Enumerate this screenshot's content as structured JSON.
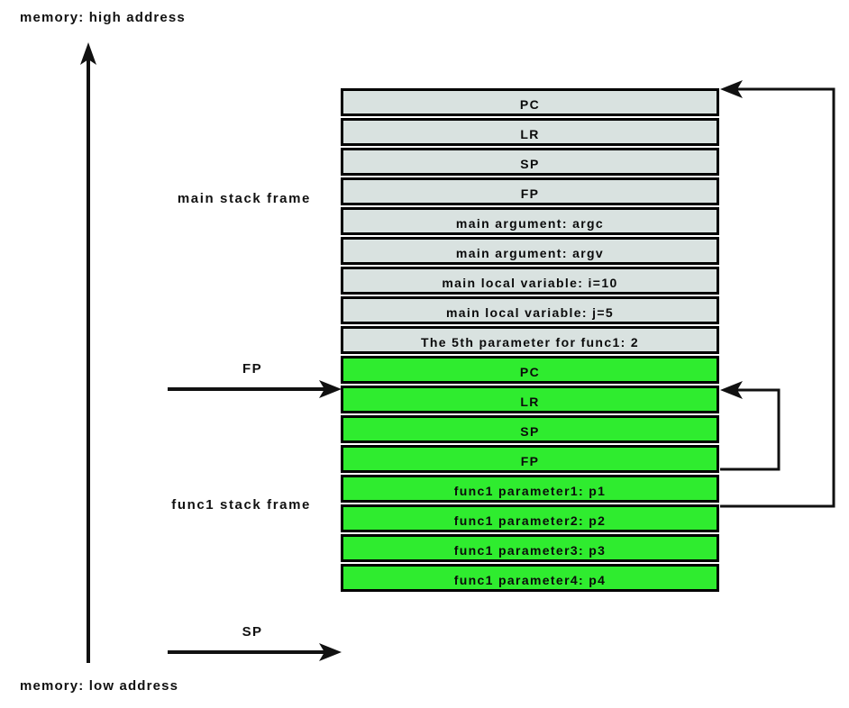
{
  "diagram": {
    "title_top": "memory: high address",
    "title_bottom": "memory: low address",
    "frame_labels": {
      "main": "main stack frame",
      "func1": "func1 stack frame"
    },
    "pointer_labels": {
      "fp": "FP",
      "sp": "SP"
    },
    "colors": {
      "main_frame_fill": "#d9e2e0",
      "func1_frame_fill": "#2fec2f",
      "border": "#000000",
      "text": "#0b0b0b"
    },
    "main_frame_rows": [
      {
        "label": "PC"
      },
      {
        "label": "LR"
      },
      {
        "label": "SP"
      },
      {
        "label": "FP"
      },
      {
        "label": "main argument:  argc"
      },
      {
        "label": "main argument:  argv"
      },
      {
        "label": "main local variable:  i=10"
      },
      {
        "label": "main local variable:  j=5"
      },
      {
        "label": "The 5th parameter for func1: 2"
      }
    ],
    "func1_frame_rows": [
      {
        "label": "PC"
      },
      {
        "label": "LR"
      },
      {
        "label": "SP"
      },
      {
        "label": "FP"
      },
      {
        "label": "func1 parameter1: p1"
      },
      {
        "label": "func1 parameter2: p2"
      },
      {
        "label": "func1 parameter3: p3"
      },
      {
        "label": "func1 parameter4: p4"
      }
    ],
    "arrows": {
      "memory_axis": "upward-memory-growth-arrow",
      "fp_pointer": "fp-points-to-main-frame-bottom",
      "sp_pointer": "sp-points-to-func1-parameter4",
      "saved_fp_link": "func1-saved-fp-points-to-main-frame-top",
      "saved_sp_link": "func1-saved-sp-points-to-func1-frame-top"
    }
  }
}
